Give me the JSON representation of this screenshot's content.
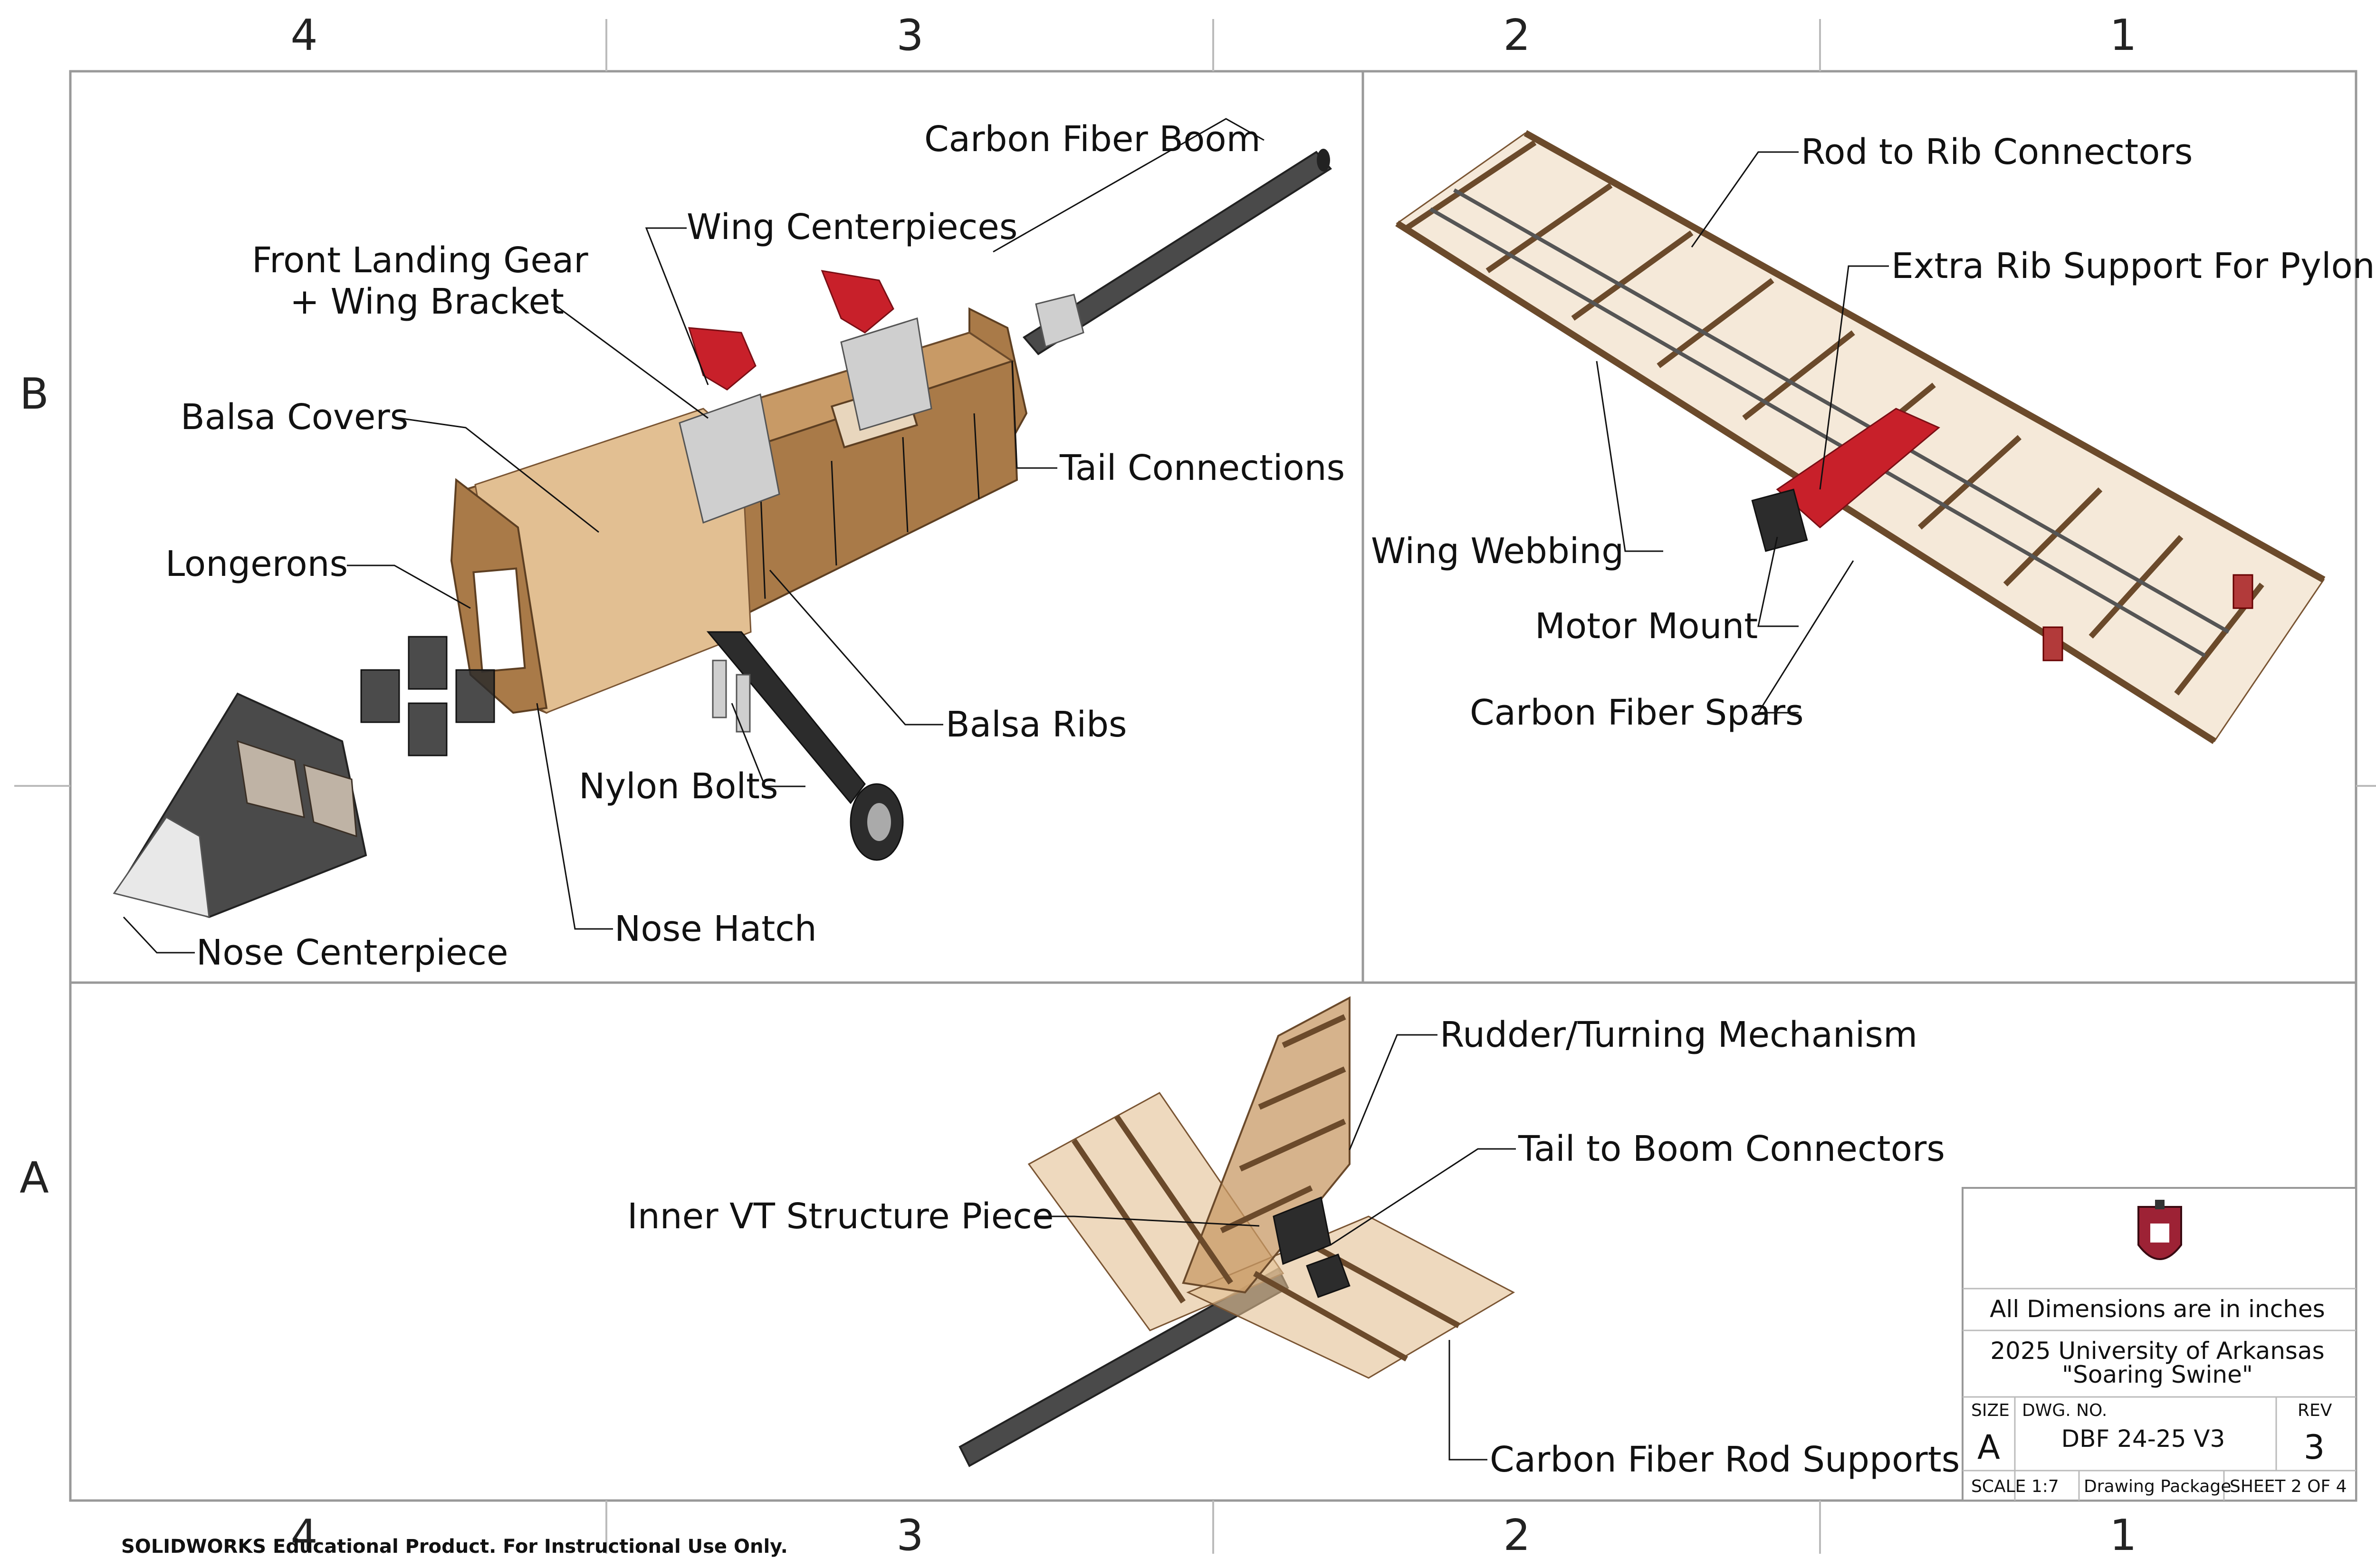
{
  "zones": {
    "columns": [
      "4",
      "3",
      "2",
      "1"
    ],
    "rows": [
      "B",
      "A"
    ]
  },
  "callouts": {
    "carbon_fiber_boom": "Carbon Fiber Boom",
    "wing_centerpieces": "Wing Centerpieces",
    "front_landing_gear_1": "Front Landing Gear",
    "front_landing_gear_2": "+ Wing Bracket",
    "balsa_covers": "Balsa Covers",
    "tail_connections": "Tail Connections",
    "longerons": "Longerons",
    "balsa_ribs": "Balsa Ribs",
    "nylon_bolts": "Nylon Bolts",
    "nose_hatch": "Nose Hatch",
    "nose_centerpiece": "Nose Centerpiece",
    "rod_to_rib_connectors": "Rod to Rib Connectors",
    "extra_rib_support": "Extra Rib Support For Pylon",
    "wing_webbing": "Wing Webbing",
    "motor_mount": "Motor Mount",
    "carbon_fiber_spars": "Carbon Fiber Spars",
    "rudder_mechanism": "Rudder/Turning Mechanism",
    "tail_to_boom": "Tail to Boom Connectors",
    "inner_vt_piece": "Inner VT Structure Piece",
    "carbon_fiber_rod_supports": "Carbon Fiber Rod Supports"
  },
  "title_block": {
    "dimensions_note": "All Dimensions are in inches",
    "org_line": "2025 University of Arkansas",
    "project_name": "\"Soaring Swine\"",
    "size_label": "SIZE",
    "size_value": "A",
    "dwg_label": "DWG.  NO.",
    "dwg_value": "DBF 24-25 V3",
    "rev_label": "REV",
    "rev_value": "3",
    "scale": "SCALE 1:7",
    "package": "Drawing Package",
    "sheet": "SHEET 2 OF 4"
  },
  "watermark": "SOLIDWORKS Educational Product. For Instructional Use Only.",
  "colors": {
    "balsa": "#c89a66",
    "carbon": "#4a4a4a",
    "printed_red": "#c8202a",
    "frame": "#999999"
  }
}
